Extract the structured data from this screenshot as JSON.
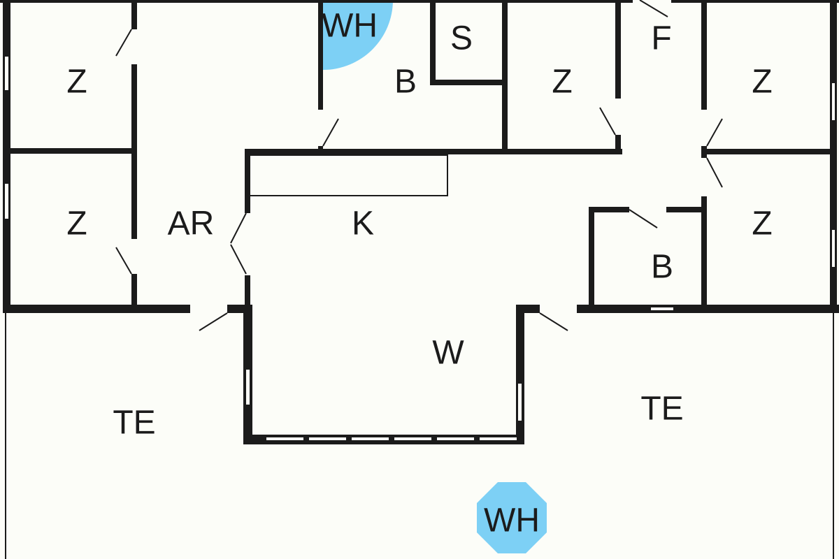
{
  "title": "Floor plan",
  "colors": {
    "wall": "#1b1b1b",
    "background": "#fcfdf8",
    "whirlpool": "#7dd0f5"
  },
  "rooms": {
    "bedroom_top_left": "Z",
    "bedroom_mid_left": "Z",
    "hallway": "AR",
    "whirlpool_indoor": "WH",
    "bathroom_top": "B",
    "sauna": "S",
    "bedroom_top_middle": "Z",
    "utility": "F",
    "bedroom_top_right": "Z",
    "bedroom_mid_right": "Z",
    "kitchen": "K",
    "bathroom_small": "B",
    "living_room": "W",
    "terrace_left": "TE",
    "terrace_right": "TE",
    "whirlpool_outdoor": "WH"
  }
}
